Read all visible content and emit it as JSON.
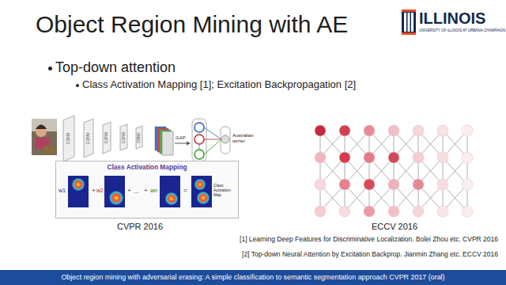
{
  "diagram": {
    "title": "Object Region Mining with AE",
    "nodes": [
      {
        "text": [
          "Class Activation Mapping"
        ]
      },
      {
        "text": [
          "Object region mining with adversarial erasing: A simple classification to semantic segmentation approach CVPR 2017 (oral)"
        ]
      }
    ],
    "labels": [
      "ILLINOIS",
      "UNIVERSITY OF ILLINOIS AT URBANA-CHAMPAIGN",
      "Top-down attention",
      "Class Activation Mapping [1]; Excitation Backpropagation [2]",
      "CONV",
      "CONV",
      "CONV",
      "CONV",
      "CONV",
      "GAP",
      "Australian terrier",
      "w1",
      "+",
      "w2",
      "+",
      "...",
      "+",
      "wn",
      "=",
      "Class Activation Map",
      "CVPR 2016",
      "ECCV 2016",
      "[1] Learning Deep Features for Discriminative Localization. Bolei Zhou etc. CVPR 2016",
      "[2] Top-down Neural Attention by Excitation Backprop. Jianmin Zhang etc. ECCV 2016"
    ]
  }
}
